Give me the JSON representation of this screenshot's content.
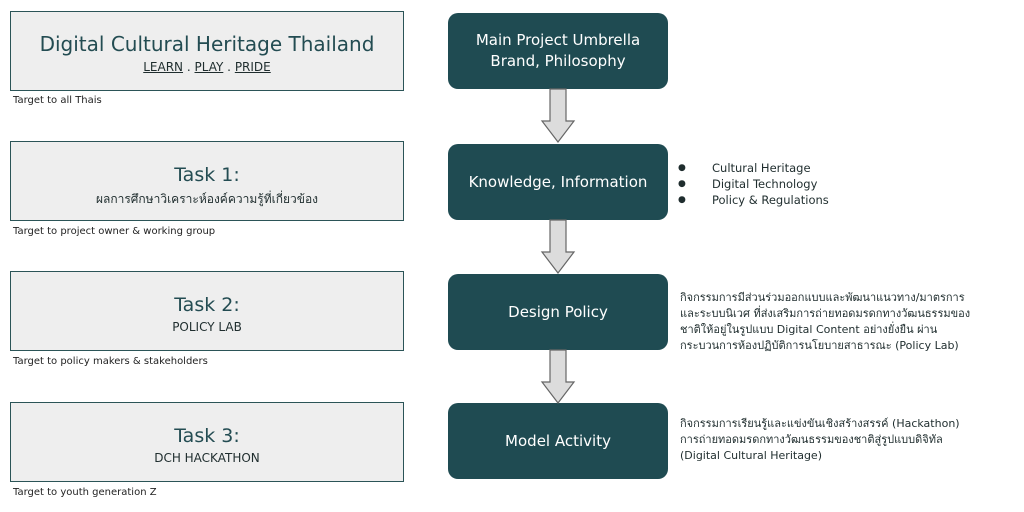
{
  "header": {
    "title": "Digital Cultural Heritage Thailand",
    "tagline": [
      "LEARN",
      "PLAY",
      "PRIDE"
    ],
    "tagline_sep": ".",
    "target": "Target to all Thais"
  },
  "tasks": [
    {
      "title": "Task 1:",
      "subtitle": "ผลการศึกษาวิเคราะห์องค์ความรู้ที่เกี่ยวข้อง",
      "target": "Target to project owner & working group"
    },
    {
      "title": "Task 2:",
      "subtitle": "POLICY LAB",
      "target": "Target to policy makers & stakeholders"
    },
    {
      "title": "Task 3:",
      "subtitle": "DCH HACKATHON",
      "target": "Target to youth generation Z"
    }
  ],
  "flow": [
    {
      "lines": [
        "Main Project Umbrella",
        "Brand, Philosophy"
      ]
    },
    {
      "lines": [
        "Knowledge, Information"
      ]
    },
    {
      "lines": [
        "Design Policy"
      ]
    },
    {
      "lines": [
        "Model Activity"
      ]
    }
  ],
  "knowledge_bullets": [
    "Cultural Heritage",
    "Digital Technology",
    "Policy & Regulations"
  ],
  "design_policy_desc": [
    "กิจกรรมการมีส่วนร่วมออกแบบและพัฒนาแนวทาง/มาตรการ",
    "และระบบนิเวศ ที่ส่งเสริมการถ่ายทอดมรดกทางวัฒนธรรมของ",
    "ชาติให้อยู่ในรูปแบบ Digital Content อย่างยั่งยืน ผ่าน",
    "กระบวนการห้องปฏิบัติการนโยบายสาธารณะ (Policy Lab)"
  ],
  "model_activity_desc": [
    "กิจกรรมการเรียนรู้และแข่งขันเชิงสร้างสรรค์ (Hackathon)",
    "การถ่ายทอดมรดกทางวัฒนธรรมของชาติสู่รูปแบบดิจิทัล",
    "(Digital Cultural Heritage)"
  ],
  "colors": {
    "box_dark": "#1f4b52",
    "box_light": "#eeeeee",
    "title_teal": "#234c52",
    "border": "#2b5457"
  }
}
